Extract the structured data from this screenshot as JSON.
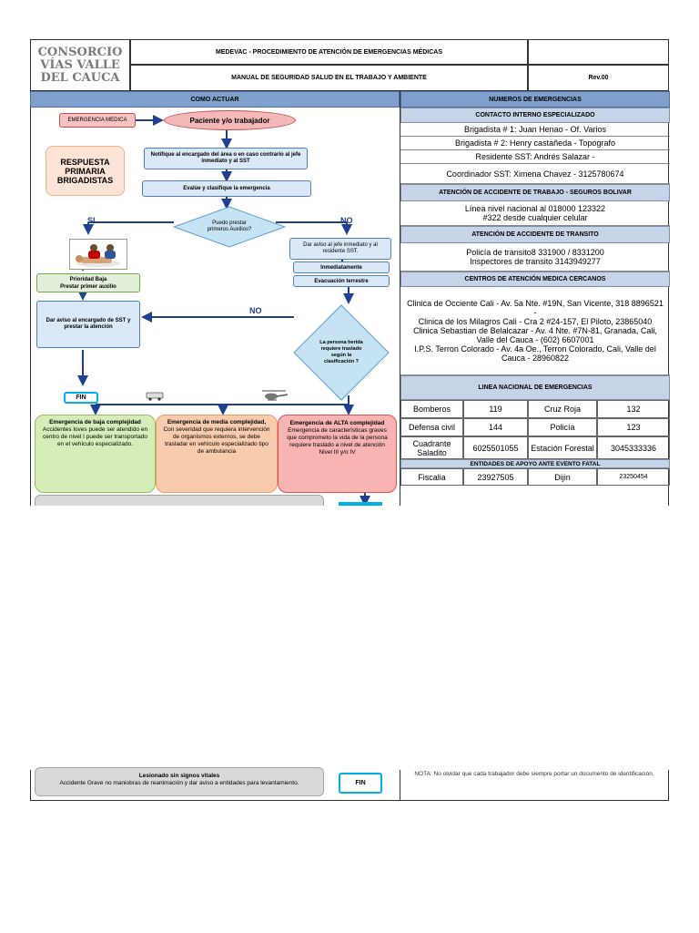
{
  "header": {
    "logo_line1": "CONSORCIO",
    "logo_line2": "VÍAS VALLE",
    "logo_line3": "DEL CAUCA",
    "title1": "MEDEVAC - PROCEDIMIENTO DE ATENCIÓN DE EMERGENCIAS MÉDICAS",
    "title2": "MANUAL DE SEGURIDAD SALUD EN EL TRABAJO Y AMBIENTE",
    "rev": "Rev.00"
  },
  "left": {
    "section_title": "COMO ACTUAR",
    "emergency_label": "EMERGENCIA MEDICA",
    "patient_label": "Paciente y/o trabajador",
    "response_label": "RESPUESTA PRIMARIA BRIGADISTAS",
    "notify_label": "Notifique al encargado del área o en caso contrario al jefe inmediato y al SST",
    "evaluate_label": "Evalúe y clasifique la emergencia",
    "yes_label": "SI",
    "no_label": "NO",
    "first_aid_question": "Puedo prestar primeros Auxilios?",
    "notify_boss_label": "Dar aviso al jefe inmediato y al residente SST.",
    "immediately_label": "Inmediatamente",
    "ground_evac_label": "Evacuación terrestre",
    "low_priority_line1": "Prioridad Baja",
    "low_priority_line2": "Prestar primer auxilio",
    "no2_label": "NO",
    "notify_sst_label": "Dar aviso al encargado de SST y prestar la atención",
    "transfer_question": "La persona herida requiere traslado según la clasificación ?",
    "fin1": "FIN",
    "low_title": "Emergencia de baja complejidad",
    "low_text": "Accidentes loves puede ser atendido en centro de nivel I puede ser transportado en el vehículo especializado.",
    "mid_title": "Emergencia de media complejidad,",
    "mid_text": "Con severidad que requiera intervención de organismos externos, se debe trasladar en vehículo especializado tipo de ambulancia",
    "high_title": "Emergencia de ALTA complejidad",
    "high_text": "Emergencia de características graves que comprometo la vida de la persona requiere traslado a nivel de atención Nivel III y/o IV",
    "no_vitals_title": "Lesionado sin signos vitales",
    "no_vitals_text": "Accidente Grave no maniobras de reanimación y dar aviso a entidades para levantamiento.",
    "fin2": "FIN"
  },
  "right": {
    "section_title": "NUMEROS DE EMERGENCIAS",
    "internal_title": "CONTACTO INTERNO ESPECIALIZADO",
    "brigadista1": "Brigadista # 1: Juan Henao - Of. Varios",
    "brigadista2": "Brigadista # 2:  Henry castañeda - Topografo",
    "resident": "Residente SST: Andrés Salazar -",
    "coordinator": "Coordinador SST: Ximena Chavez - 3125780674",
    "work_accident_title": "ATENCIÓN DE ACCIDENTE DE TRABAJO - SEGUROS BOLIVAR",
    "work_line1": "Línea nivel nacional al 018000 123322",
    "work_line2": "#322 desde cualquier celular",
    "transit_title": "ATENCIÓN DE ACCIDENTE DE TRANSITO",
    "transit_line1": "Policía de transito8 331900 / 8331200",
    "transit_line2": "Inspectores de transito  3143949277",
    "centers_title": "CENTROS DE ATENCIÓN MEDICA CERCANOS",
    "center1": "Clinica de Occiente Cali - Av. 5a Nte. #19N, San Vicente,         318 8896521 -",
    "center2": "Clinica de los Milagros Cali - Cra 2 #24-157, El Piloto,   23865040",
    "center3": "Clinica Sebastian de Belalcazar - Av. 4 Nte. #7N-81, Granada, Cali, Valle del Cauca - (602) 6607001",
    "center4": "I.P.S. Terron Colorado - Av. 4a Oe., Terron Colorado, Cali, Valle del Cauca -  28960822",
    "national_title": "LINEA NACIONAL DE EMERGENCIAS",
    "table_rows": [
      [
        "Bomberos",
        "119",
        "Cruz Roja",
        "132"
      ],
      [
        "Defensa civil",
        "144",
        "Policía",
        "123"
      ],
      [
        "Cuadrante Saladito",
        "6025501055",
        "Estación Forestal",
        "3045333336"
      ]
    ],
    "support_title": "ENTIDADES DE APOYO ANTE EVENTO FATAL",
    "support_row": [
      "Fiscalia",
      "23927505",
      "Dijin",
      "23250454"
    ],
    "note": "NOTA: No olvidar que cada trabajador debe siempre portar un documento de identificación."
  }
}
